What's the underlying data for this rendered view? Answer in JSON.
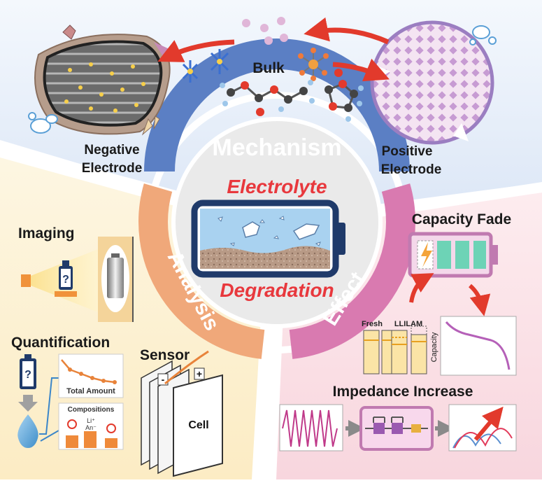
{
  "mechanism": {
    "title": "Mechanism",
    "bulk": "Bulk",
    "negative_line1": "Negative",
    "negative_line2": "Electrode",
    "positive_line1": "Positive",
    "positive_line2": "Electrode"
  },
  "center": {
    "title_top": "Electrolyte",
    "title_bottom": "Degradation"
  },
  "analysis": {
    "title": "Analysis",
    "imaging": "Imaging",
    "imaging_glyph": "?",
    "quantification": "Quantification",
    "quant_glyph": "?",
    "total_amount": "Total Amount",
    "compositions": "Compositions",
    "li_label": "Li⁺",
    "an_label": "An⁻",
    "sensor": "Sensor",
    "cell": "Cell",
    "minus": "-",
    "plus": "+"
  },
  "effect": {
    "title": "Effect",
    "capacity_fade": "Capacity Fade",
    "fresh": "Fresh",
    "lli": "LLI",
    "lam": "LAM",
    "capacity_axis": "Capacity",
    "impedance_increase": "Impedance Increase"
  },
  "colors": {
    "mechanism_arc": "#5b7fc4",
    "analysis_arc": "#f0a87a",
    "effect_arc": "#d97ab0",
    "title_red": "#e8383d",
    "top_bg": "#e6eef9",
    "left_bg": "#fdf3d6",
    "right_bg": "#fbe3e8"
  }
}
